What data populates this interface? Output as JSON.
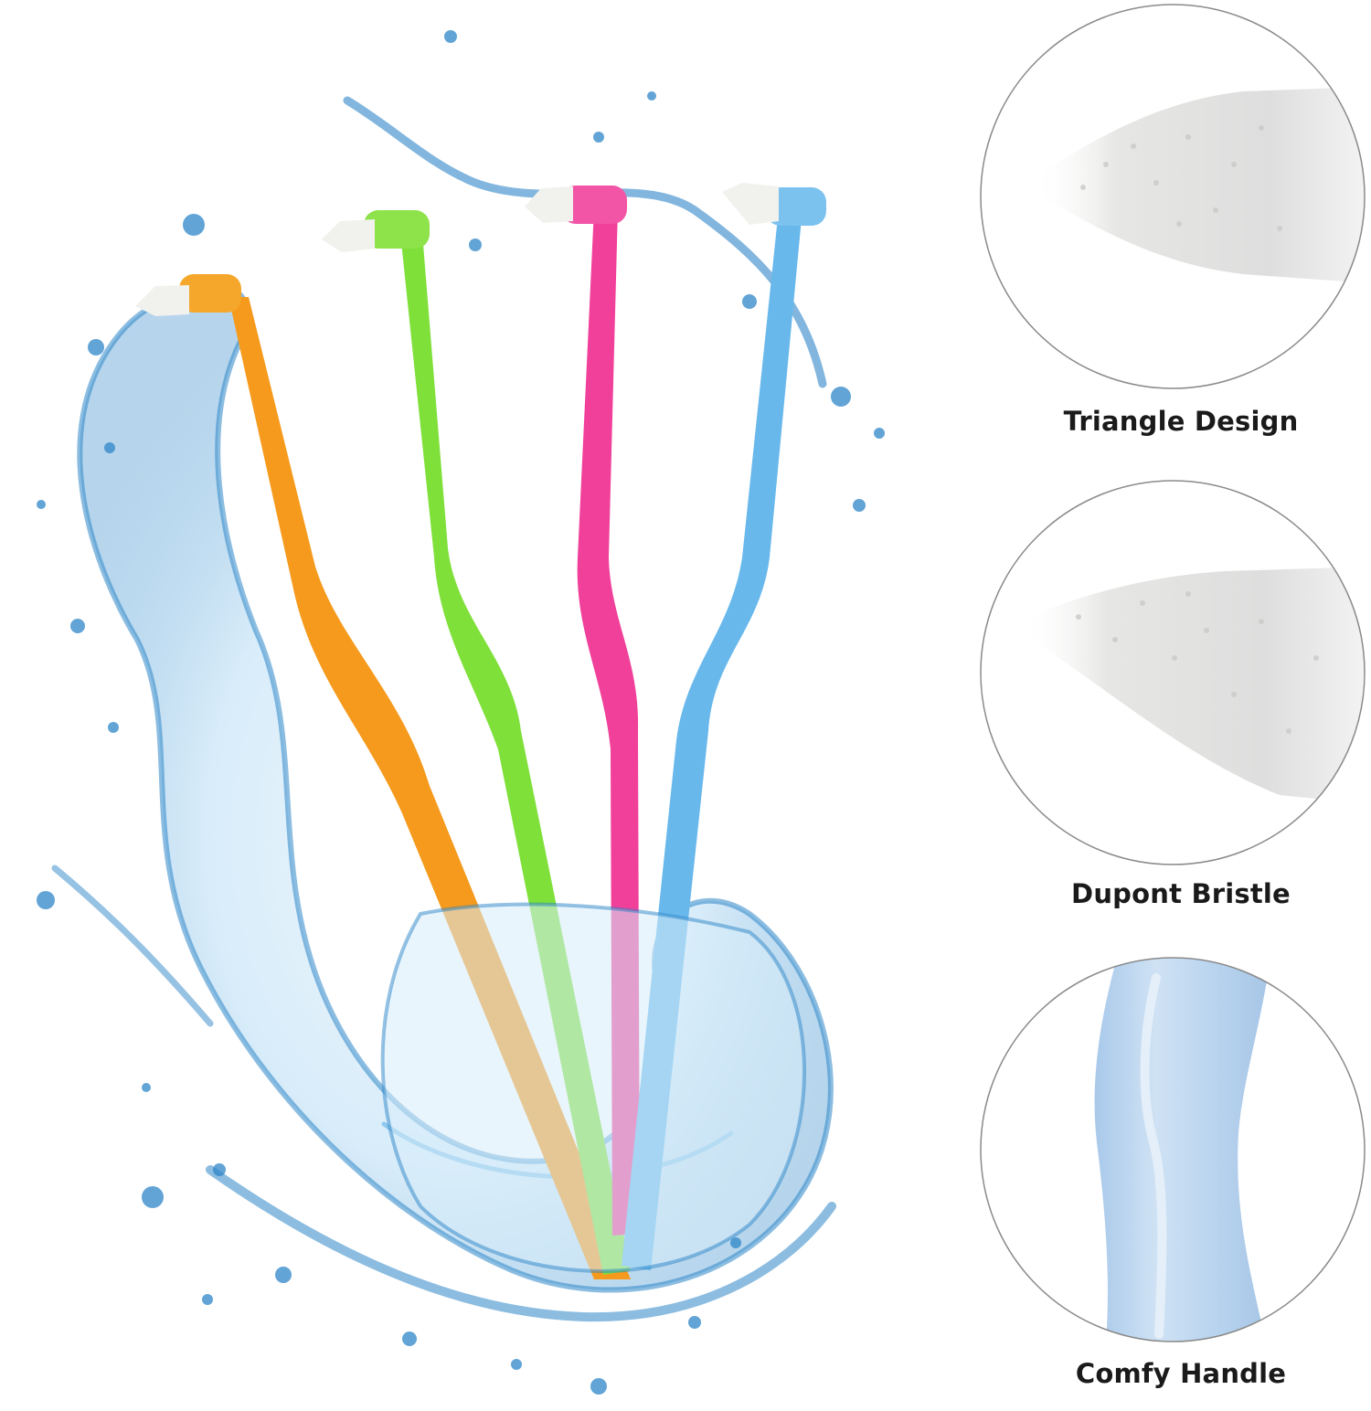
{
  "features": [
    {
      "label": "Triangle Design",
      "icon": "bristle-closeup-image"
    },
    {
      "label": "Dupont Bristle",
      "icon": "bristle-closeup-image"
    },
    {
      "label": "Comfy Handle",
      "icon": "handle-closeup-image"
    }
  ],
  "toothbrushes": [
    {
      "color_name": "orange",
      "color": "#f59a1c"
    },
    {
      "color_name": "green",
      "color": "#7fe03a"
    },
    {
      "color_name": "pink",
      "color": "#f0409a"
    },
    {
      "color_name": "blue",
      "color": "#68b8ec"
    }
  ],
  "colors": {
    "water": "#2e86c8",
    "water_light": "#8fc8ee",
    "bristle": "#f1f1ee",
    "circle_border": "#8a8a8a",
    "handle_closeup": "#c2daf0"
  }
}
